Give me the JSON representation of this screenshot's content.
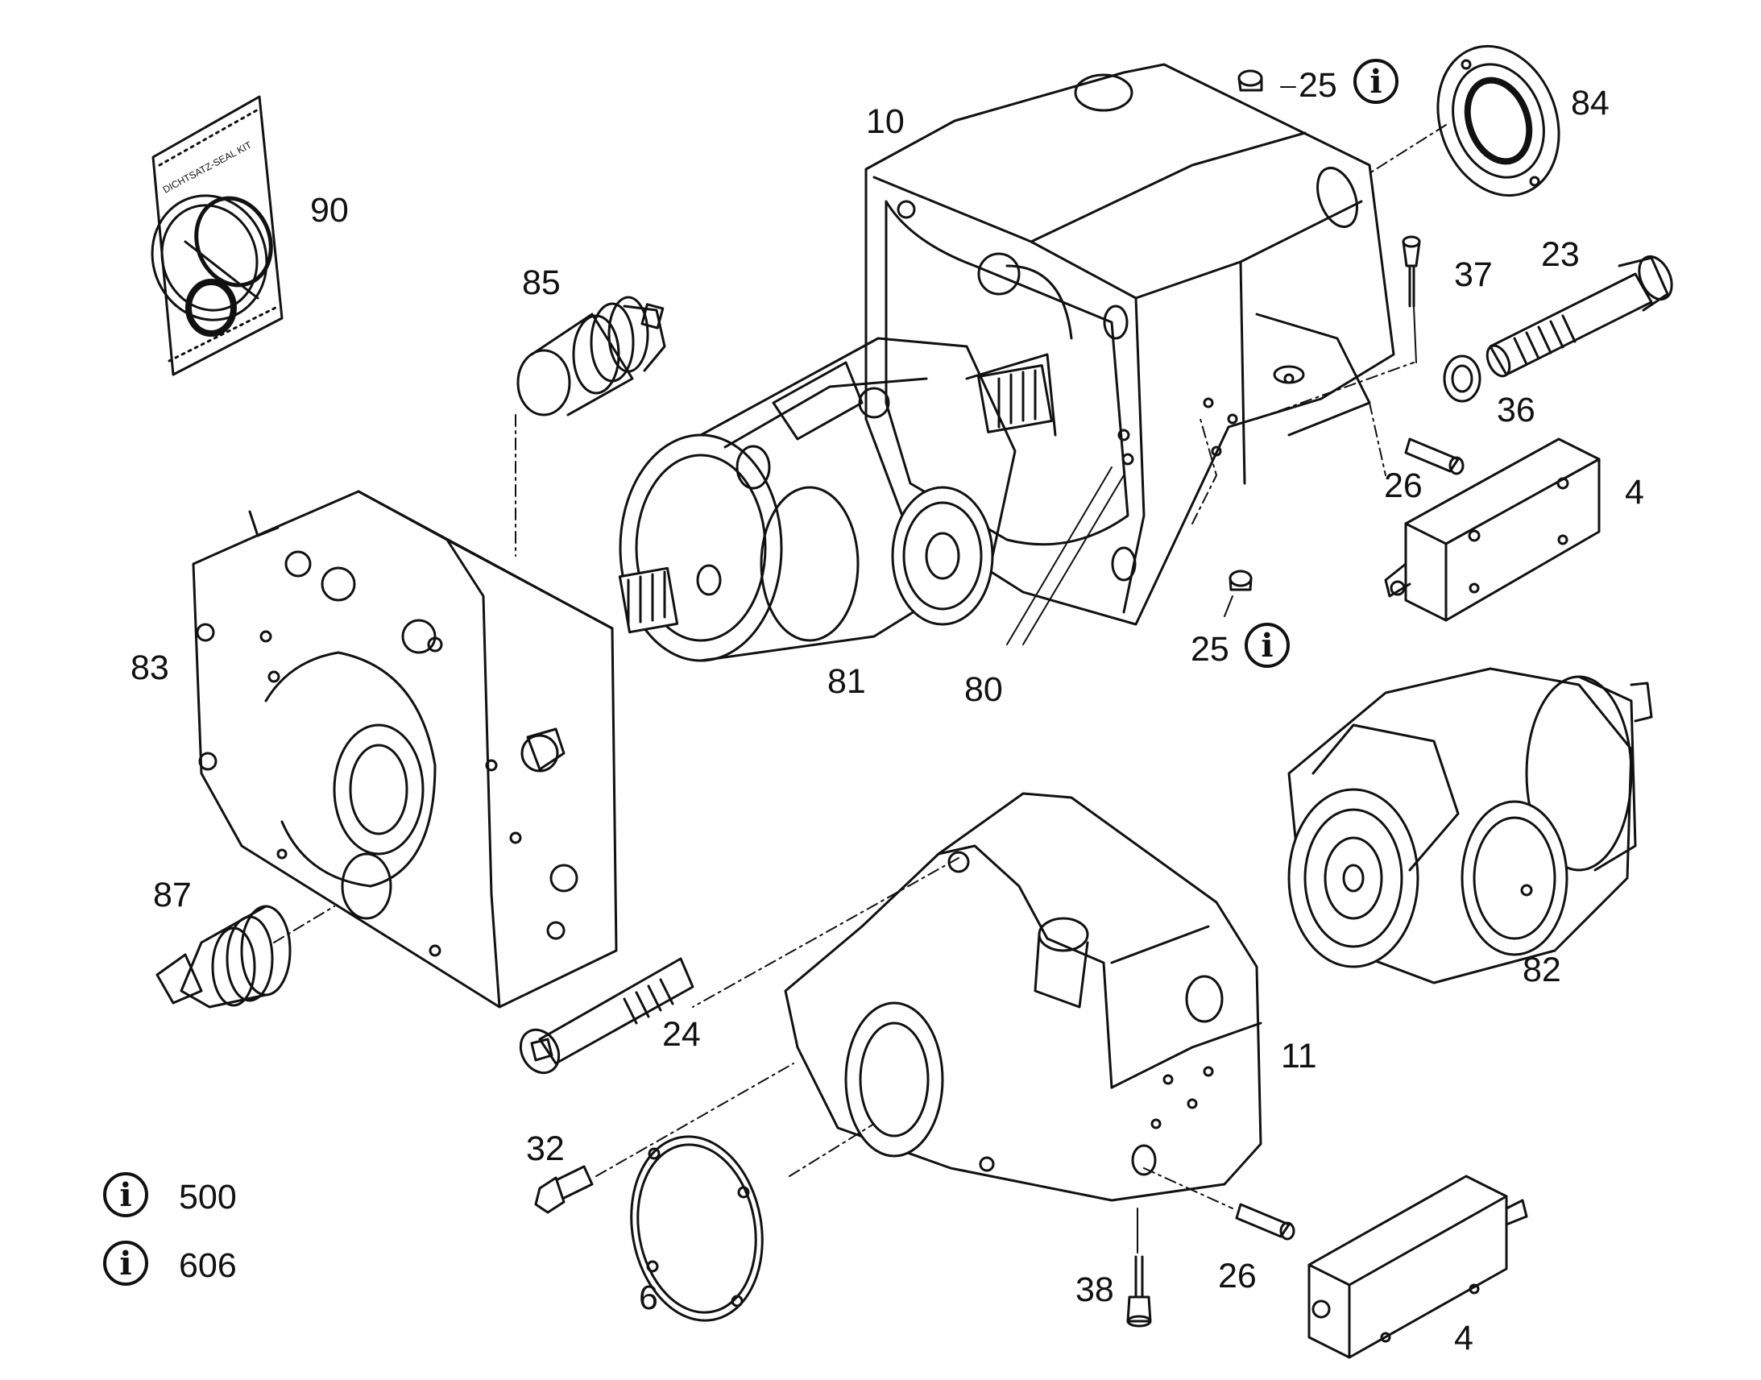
{
  "diagram": {
    "seal_kit_text": "DICHTSATZ-SEAL KIT",
    "info_glyph": "i",
    "callouts": [
      {
        "id": "c90",
        "text": "90"
      },
      {
        "id": "c85",
        "text": "85"
      },
      {
        "id": "c10",
        "text": "10"
      },
      {
        "id": "c25a",
        "text": "25"
      },
      {
        "id": "c84",
        "text": "84"
      },
      {
        "id": "c37",
        "text": "37"
      },
      {
        "id": "c23",
        "text": "23"
      },
      {
        "id": "c36",
        "text": "36"
      },
      {
        "id": "c26a",
        "text": "26"
      },
      {
        "id": "c4a",
        "text": "4"
      },
      {
        "id": "c25b",
        "text": "25"
      },
      {
        "id": "c81",
        "text": "81"
      },
      {
        "id": "c80",
        "text": "80"
      },
      {
        "id": "c83",
        "text": "83"
      },
      {
        "id": "c82",
        "text": "82"
      },
      {
        "id": "c87",
        "text": "87"
      },
      {
        "id": "c24",
        "text": "24"
      },
      {
        "id": "c11",
        "text": "11"
      },
      {
        "id": "c32",
        "text": "32"
      },
      {
        "id": "c6",
        "text": "6"
      },
      {
        "id": "c38",
        "text": "38"
      },
      {
        "id": "c26b",
        "text": "26"
      },
      {
        "id": "c4b",
        "text": "4"
      }
    ],
    "legend": [
      {
        "icon": "info-icon",
        "number": "500"
      },
      {
        "icon": "info-icon",
        "number": "606"
      }
    ]
  }
}
